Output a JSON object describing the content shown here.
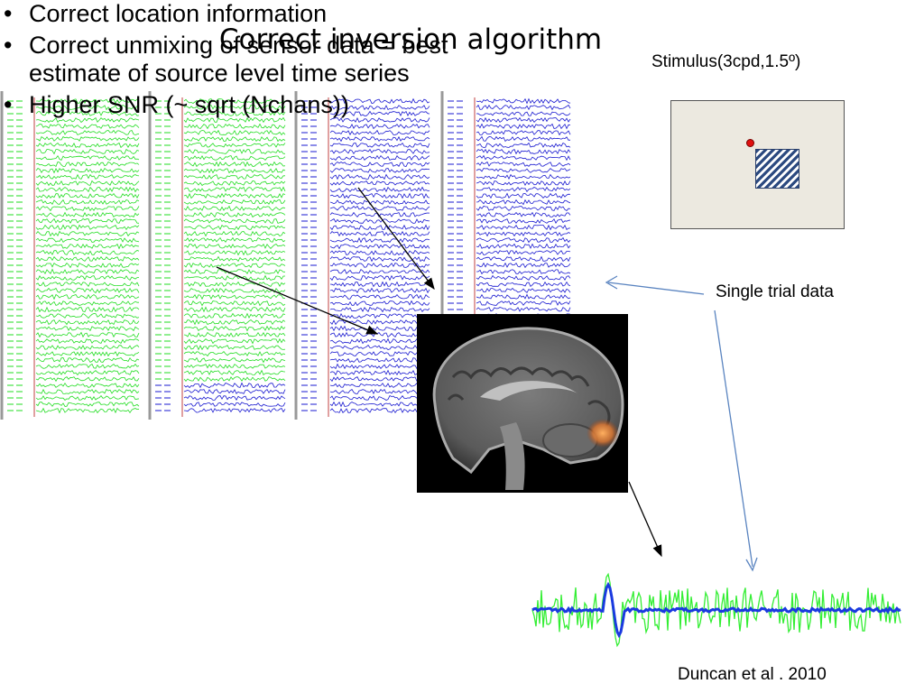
{
  "slide": {
    "title": "Correct inversion algorithm",
    "stimulus_label": "Stimulus(3cpd,1.5º)",
    "single_trial_label": "Single trial data",
    "credit": "Duncan et al . 2010",
    "bullets": [
      "Correct location information",
      "Correct unmixing of sensor data = best estimate of source level time series",
      "Higher SNR (~ sqrt (Nchans))"
    ]
  },
  "colors": {
    "sensor_green": "#22dd22",
    "sensor_blue": "#1a1ad0",
    "source_green": "#33ee33",
    "source_blue": "#1a3ae0",
    "arrow_blue": "#5a84c0",
    "stimulus_dot": "#e01010"
  },
  "icons": {
    "stimulus_dot": "red-fixation-dot",
    "stimulus_patch": "striped-grating-patch"
  }
}
